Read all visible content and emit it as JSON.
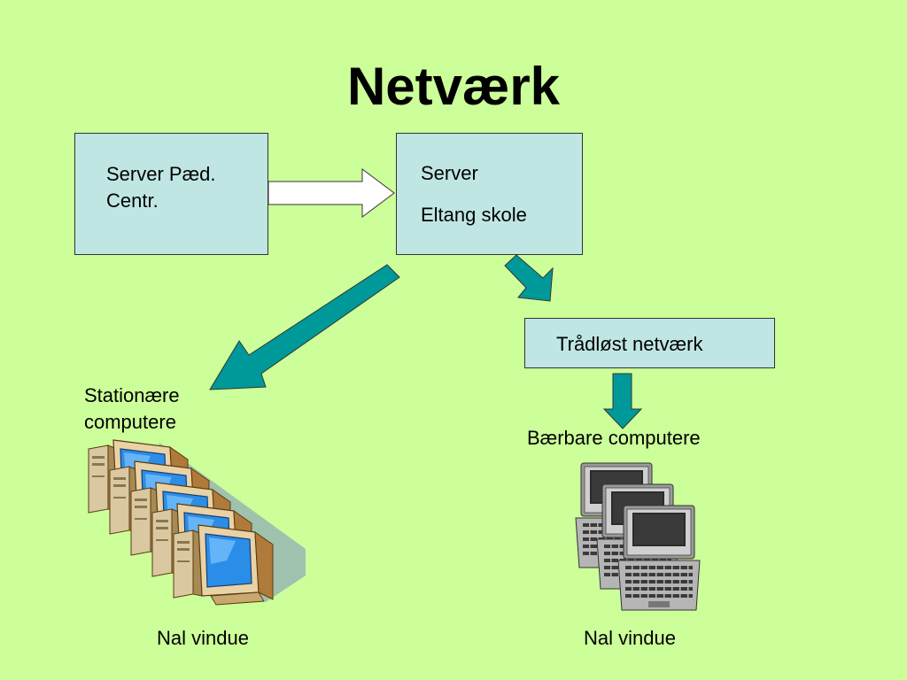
{
  "title": "Netværk",
  "boxes": {
    "server_paed": {
      "line1": "Server Pæd.",
      "line2": "Centr."
    },
    "server_eltang": {
      "line1": "Server",
      "line2": "Eltang skole"
    },
    "wireless": {
      "label": "Trådløst netværk"
    }
  },
  "labels": {
    "stationary_line1": "Stationære",
    "stationary_line2": "computere",
    "laptops": "Bærbare computere",
    "nal_left": "Nal vindue",
    "nal_right": "Nal vindue"
  },
  "icons": {
    "desktops": "desktop-computers-icon",
    "laptops": "laptop-computers-icon"
  },
  "colors": {
    "background": "#ccff99",
    "box_fill": "#bfe6e3",
    "arrow_teal": "#009999",
    "arrow_white": "#ffffff"
  }
}
